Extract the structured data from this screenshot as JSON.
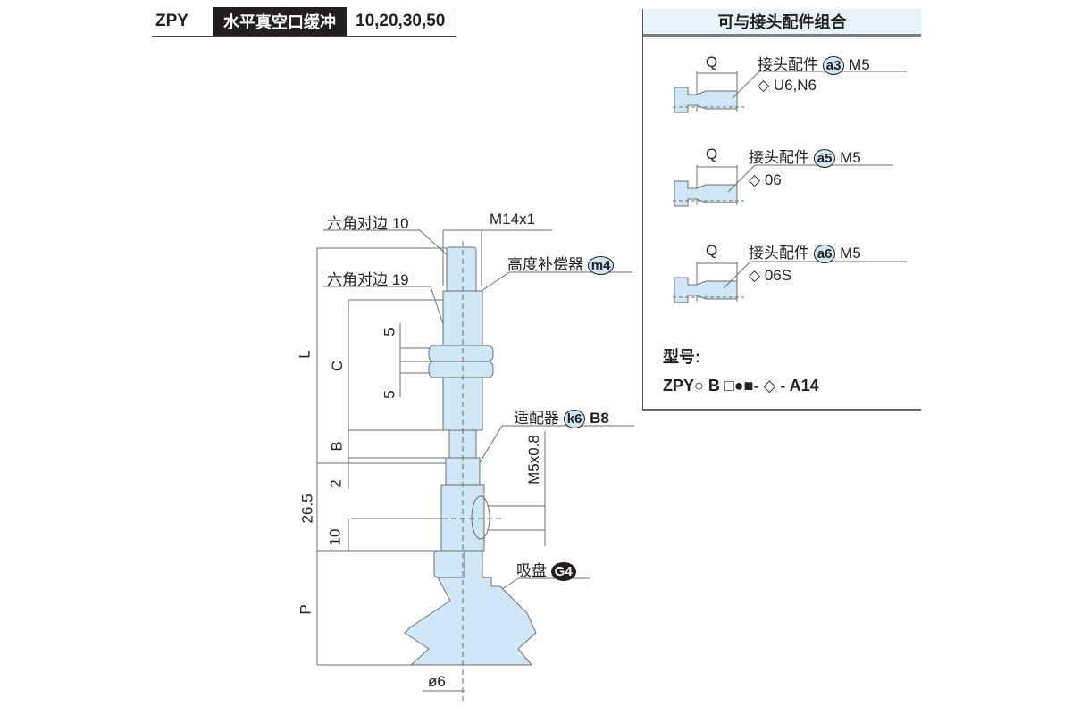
{
  "header": {
    "series_code": "ZPY",
    "title": "水平真空口缓冲",
    "sizes": "10,20,30,50"
  },
  "drawing": {
    "hex_10_label": "六角对边 10",
    "hex_19_label": "六角对边 19",
    "thread_label": "M14x1",
    "height_compensator_label": "高度补偿器",
    "height_compensator_badge": "m4",
    "adapter_label": "适配器",
    "adapter_badge": "k6",
    "adapter_suffix": "B8",
    "port_thread_label": "M5x0.8",
    "suction_cup_label": "吸盘",
    "suction_cup_badge": "G4",
    "dim_L": "L",
    "dim_C": "C",
    "dim_5_top": "5",
    "dim_5_bottom": "5",
    "dim_B": "B",
    "dim_2": "2",
    "dim_26_5": "26.5",
    "dim_10": "10",
    "dim_P": "P",
    "dim_dia": "ø6"
  },
  "panel": {
    "title": "可与接头配件组合",
    "fittings": [
      {
        "q_label": "Q",
        "label": "接头配件",
        "badge": "a3",
        "thread": "M5",
        "symbol": "◇",
        "option": "U6,N6"
      },
      {
        "q_label": "Q",
        "label": "接头配件",
        "badge": "a5",
        "thread": "M5",
        "symbol": "◇",
        "option": "06"
      },
      {
        "q_label": "Q",
        "label": "接头配件",
        "badge": "a6",
        "thread": "M5",
        "symbol": "◇",
        "option": "06S"
      }
    ],
    "model_title": "型号:",
    "model_code": "ZPY○ B □●■- ◇ - A14"
  }
}
